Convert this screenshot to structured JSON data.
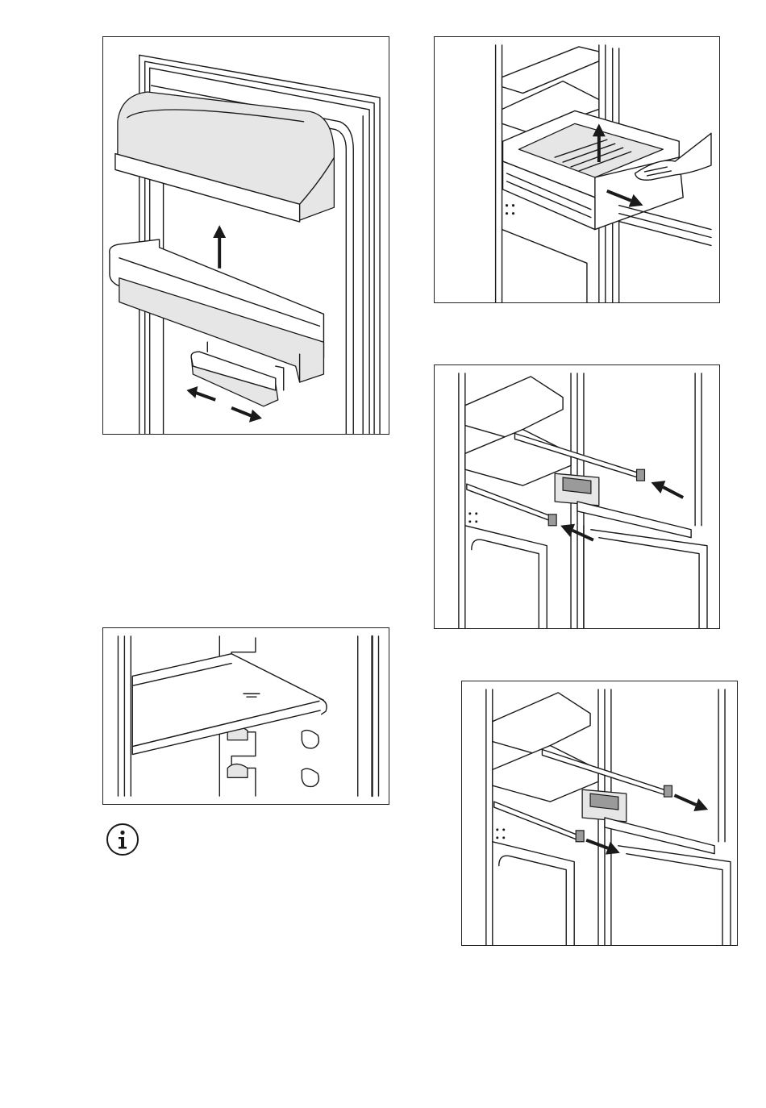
{
  "figures": [
    {
      "id": "door-shelves",
      "icons": [
        "up-arrow-icon",
        "left-right-arrow-icon"
      ]
    },
    {
      "id": "glass-shelf",
      "icons": []
    },
    {
      "id": "drawer-removal",
      "icons": [
        "up-arrow-icon",
        "pull-arrow-icon"
      ]
    },
    {
      "id": "rails-push-in",
      "icons": [
        "push-arrow-icon"
      ]
    },
    {
      "id": "rails-pull-out",
      "icons": [
        "pull-arrow-icon"
      ]
    }
  ],
  "info": {
    "glyph": "i",
    "icon": "info-icon"
  },
  "colors": {
    "line": "#1a1a1a",
    "fill": "#e6e6e6",
    "background": "#ffffff"
  }
}
